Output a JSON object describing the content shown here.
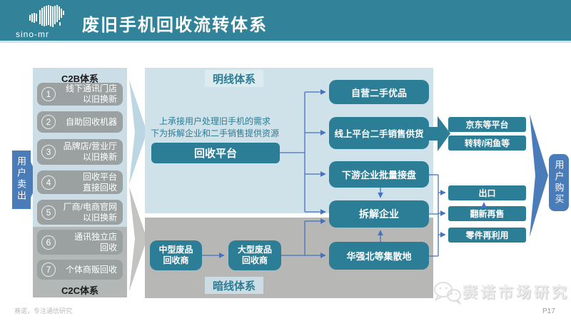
{
  "header": {
    "logo": "sino-mr",
    "title": "废旧手机回收流转体系"
  },
  "seller": {
    "label": "用户卖出"
  },
  "buyer": {
    "label": "用户购买"
  },
  "sidebar": {
    "c2b_label": "C2B体系",
    "c2c_label": "C2C体系",
    "items": [
      {
        "num": "1",
        "line1": "线下通讯门店",
        "line2": "以旧换新"
      },
      {
        "num": "2",
        "line1": "自助回收机器",
        "line2": ""
      },
      {
        "num": "3",
        "line1": "品牌店/营业厅",
        "line2": "以旧换新"
      },
      {
        "num": "4",
        "line1": "回收平台",
        "line2": "直接回收"
      },
      {
        "num": "5",
        "line1": "厂商/电商官网",
        "line2": "以旧换新"
      },
      {
        "num": "6",
        "line1": "通讯独立店",
        "line2": "回收"
      },
      {
        "num": "7",
        "line1": "个体商贩回收",
        "line2": ""
      }
    ]
  },
  "bright": {
    "label": "明线体系",
    "desc1": "上承接用户处理旧手机的需求",
    "desc2": "下为拆解企业和二手销售提供资源",
    "platform": "回收平台",
    "self_operated": "自营二手优品",
    "online_platform": "线上平台二手销售供货",
    "downstream": "下游企业批量接盘",
    "dismantler": "拆解企业"
  },
  "dark": {
    "label": "暗线体系",
    "mid1": "中型废品",
    "mid2": "回收商",
    "large1": "大型废品",
    "large2": "回收商",
    "hub": "华强北等集散地"
  },
  "outputs": {
    "jd": "京东等平台",
    "resale": "转转/闲鱼等",
    "export": "出口",
    "refurbish": "翻新再售",
    "parts": "零件再利用"
  },
  "footer": {
    "tagline": "赛诺，专注通信研究",
    "watermark": "赛诺市场研究",
    "page": "P17"
  },
  "colors": {
    "header_teal": "#32839a",
    "box_teal": "#2b7e96",
    "accent_blue": "#4a7cba",
    "line_blue": "#4472c4",
    "panel_light_blue": "#cfe1e9",
    "panel_gray": "#b7b8b6",
    "item_gray": "#9ba1a1"
  }
}
